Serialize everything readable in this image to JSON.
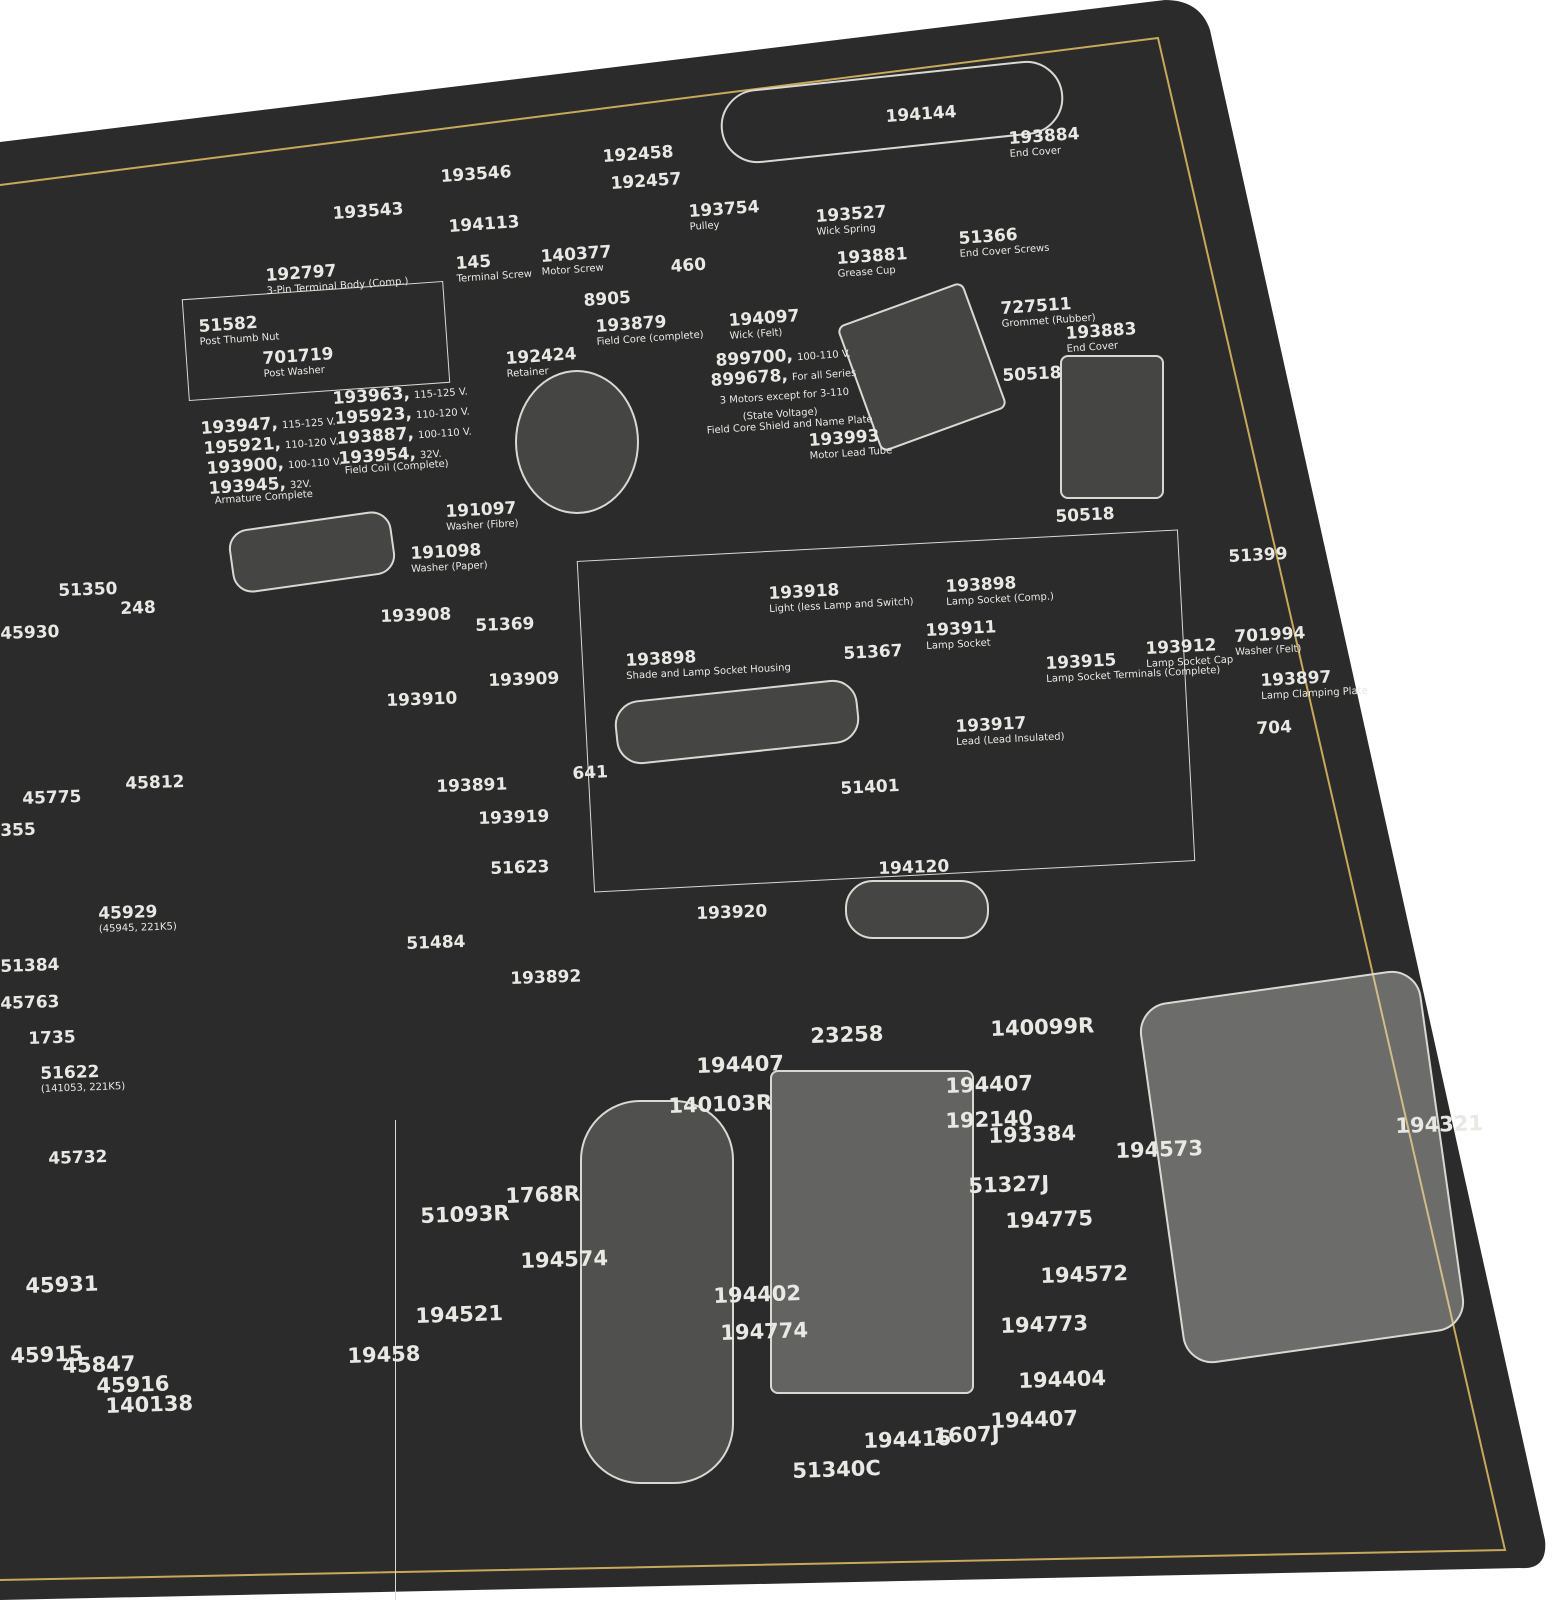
{
  "colors": {
    "mat": "#2a2a2a",
    "border_line": "#c8a85a",
    "ink": "#e8e8e4",
    "background": "#ffffff"
  },
  "labels": [
    {
      "num": "194144",
      "desc": ""
    },
    {
      "num": "192458",
      "desc": ""
    },
    {
      "num": "192457",
      "desc": ""
    },
    {
      "num": "193546",
      "desc": ""
    },
    {
      "num": "193543",
      "desc": ""
    },
    {
      "num": "194113",
      "desc": ""
    },
    {
      "num": "193884",
      "desc": "End Cover"
    },
    {
      "num": "193754",
      "desc": "Pulley"
    },
    {
      "num": "193527",
      "desc": "Wick Spring"
    },
    {
      "num": "140377",
      "desc": "Motor Screw"
    },
    {
      "num": "460",
      "desc": ""
    },
    {
      "num": "8905",
      "desc": ""
    },
    {
      "num": "145",
      "desc": "Terminal Screw"
    },
    {
      "num": "192797",
      "desc": "3-Pin Terminal Body (Comp.)"
    },
    {
      "num": "51582",
      "desc": "Post Thumb Nut"
    },
    {
      "num": "701719",
      "desc": "Post Washer"
    },
    {
      "num": "193881",
      "desc": "Grease Cup"
    },
    {
      "num": "51366",
      "desc": "End Cover Screws"
    },
    {
      "num": "727511",
      "desc": "Grommet (Rubber)"
    },
    {
      "num": "193883",
      "desc": "End Cover"
    },
    {
      "num": "50518",
      "desc": ""
    },
    {
      "num": "50518",
      "desc": ""
    },
    {
      "num": "193879",
      "desc": "Field Core (complete)"
    },
    {
      "num": "192424",
      "desc": "Retainer"
    },
    {
      "num": "194097",
      "desc": "Wick (Felt)"
    },
    {
      "num": "899700,",
      "desc": "100-110 V."
    },
    {
      "num": "899678,",
      "desc": "For all Series"
    },
    {
      "num": "",
      "desc": "3 Motors except for 3-110"
    },
    {
      "num": "",
      "desc": "(State Voltage)"
    },
    {
      "num": "",
      "desc": "Field Core Shield and Name Plate"
    },
    {
      "num": "193993",
      "desc": "Motor Lead Tube"
    },
    {
      "num": "193963,",
      "desc": "115-125 V."
    },
    {
      "num": "195923,",
      "desc": "110-120 V."
    },
    {
      "num": "193887,",
      "desc": "100-110 V."
    },
    {
      "num": "193954,",
      "desc": "32V."
    },
    {
      "num": "",
      "desc": "Field Coil (Complete)"
    },
    {
      "num": "193947,",
      "desc": "115-125 V."
    },
    {
      "num": "195921,",
      "desc": "110-120 V."
    },
    {
      "num": "193900,",
      "desc": "100-110 V."
    },
    {
      "num": "193945,",
      "desc": "32V."
    },
    {
      "num": "",
      "desc": "Armature Complete"
    },
    {
      "num": "191097",
      "desc": "Washer (Fibre)"
    },
    {
      "num": "191098",
      "desc": "Washer (Paper)"
    },
    {
      "num": "193918",
      "desc": "Light (less Lamp and Switch)"
    },
    {
      "num": "193898",
      "desc": "Lamp Socket (Comp.)"
    },
    {
      "num": "51399",
      "desc": ""
    },
    {
      "num": "193898",
      "desc": "Shade and Lamp Socket Housing"
    },
    {
      "num": "51367",
      "desc": ""
    },
    {
      "num": "193911",
      "desc": "Lamp Socket"
    },
    {
      "num": "193915",
      "desc": "Lamp Socket Terminals (Complete)"
    },
    {
      "num": "193912",
      "desc": "Lamp Socket Cap"
    },
    {
      "num": "701994",
      "desc": "Washer (Felt)"
    },
    {
      "num": "193897",
      "desc": "Lamp Clamping Plate"
    },
    {
      "num": "704",
      "desc": ""
    },
    {
      "num": "193917",
      "desc": "Lead (Lead Insulated)"
    },
    {
      "num": "51401",
      "desc": ""
    },
    {
      "num": "641",
      "desc": ""
    },
    {
      "num": "51350",
      "desc": ""
    },
    {
      "num": "248",
      "desc": ""
    },
    {
      "num": "45930",
      "desc": ""
    },
    {
      "num": "193908",
      "desc": ""
    },
    {
      "num": "51369",
      "desc": ""
    },
    {
      "num": "193910",
      "desc": ""
    },
    {
      "num": "193909",
      "desc": ""
    },
    {
      "num": "193891",
      "desc": ""
    },
    {
      "num": "193919",
      "desc": ""
    },
    {
      "num": "51623",
      "desc": ""
    },
    {
      "num": "51484",
      "desc": ""
    },
    {
      "num": "193892",
      "desc": ""
    },
    {
      "num": "45775",
      "desc": ""
    },
    {
      "num": "45812",
      "desc": ""
    },
    {
      "num": "355",
      "desc": ""
    },
    {
      "num": "45929",
      "desc": "(45945, 221K5)"
    },
    {
      "num": "51384",
      "desc": ""
    },
    {
      "num": "45763",
      "desc": ""
    },
    {
      "num": "1735",
      "desc": ""
    },
    {
      "num": "51622",
      "desc": "(141053, 221K5)"
    },
    {
      "num": "45732",
      "desc": ""
    },
    {
      "num": "194120",
      "desc": ""
    },
    {
      "num": "193920",
      "desc": ""
    },
    {
      "num": "23258",
      "desc": ""
    },
    {
      "num": "140099R",
      "desc": ""
    },
    {
      "num": "194407",
      "desc": ""
    },
    {
      "num": "194407",
      "desc": ""
    },
    {
      "num": "140103R",
      "desc": ""
    },
    {
      "num": "192140",
      "desc": ""
    },
    {
      "num": "193384",
      "desc": ""
    },
    {
      "num": "51327J",
      "desc": ""
    },
    {
      "num": "194775",
      "desc": ""
    },
    {
      "num": "194572",
      "desc": ""
    },
    {
      "num": "194402",
      "desc": ""
    },
    {
      "num": "194774",
      "desc": ""
    },
    {
      "num": "194773",
      "desc": ""
    },
    {
      "num": "194404",
      "desc": ""
    },
    {
      "num": "194407",
      "desc": ""
    },
    {
      "num": "1607J",
      "desc": ""
    },
    {
      "num": "194416",
      "desc": ""
    },
    {
      "num": "51340C",
      "desc": ""
    },
    {
      "num": "51093R",
      "desc": ""
    },
    {
      "num": "1768R",
      "desc": ""
    },
    {
      "num": "194574",
      "desc": ""
    },
    {
      "num": "194521",
      "desc": ""
    },
    {
      "num": "19458",
      "desc": ""
    },
    {
      "num": "45931",
      "desc": ""
    },
    {
      "num": "45915",
      "desc": ""
    },
    {
      "num": "45847",
      "desc": ""
    },
    {
      "num": "45916",
      "desc": ""
    },
    {
      "num": "140138",
      "desc": ""
    },
    {
      "num": "194573",
      "desc": ""
    },
    {
      "num": "194321",
      "desc": ""
    }
  ]
}
